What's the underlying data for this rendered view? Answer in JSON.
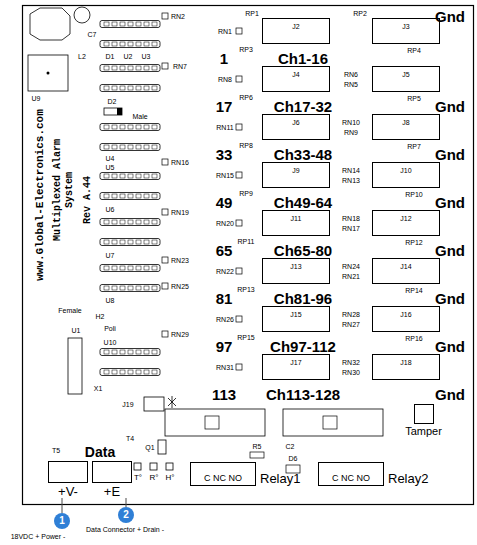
{
  "diagram": {
    "nodes": [
      {
        "text": [
          "J2"
        ]
      },
      {
        "text": [
          "J3"
        ]
      },
      {
        "text": [
          "J4"
        ]
      },
      {
        "text": [
          "J5"
        ]
      },
      {
        "text": [
          "J6"
        ]
      },
      {
        "text": [
          "J8"
        ]
      },
      {
        "text": [
          "J9"
        ]
      },
      {
        "text": [
          "J10"
        ]
      },
      {
        "text": [
          "J11"
        ]
      },
      {
        "text": [
          "J12"
        ]
      },
      {
        "text": [
          "J13"
        ]
      },
      {
        "text": [
          "J14"
        ]
      },
      {
        "text": [
          "J15"
        ]
      },
      {
        "text": [
          "J16"
        ]
      },
      {
        "text": [
          "J17"
        ]
      },
      {
        "text": [
          "J18"
        ]
      },
      {
        "text": [
          "+V-"
        ]
      },
      {
        "text": [
          "+E"
        ]
      },
      {
        "text": [
          "C NC NO",
          "Relay1"
        ]
      },
      {
        "text": [
          "C NC NO",
          "Relay2"
        ]
      },
      {
        "text": [
          "Tamper"
        ]
      },
      {
        "text": [
          "1"
        ]
      },
      {
        "text": [
          "2"
        ]
      }
    ],
    "edges": [
      {
        "from": 21,
        "to": 16,
        "arrow": "none"
      },
      {
        "from": 22,
        "to": 17,
        "arrow": "none"
      }
    ],
    "labels": [
      "RN2",
      "RP1",
      "RP2",
      "Gnd",
      "C7",
      "L2",
      "D1",
      "U2",
      "U3",
      "RN7",
      "U9",
      "D2",
      "Male",
      "www.Global-Electronics.com",
      "Multiplexed Alarm System",
      "Rev A.44",
      "U4",
      "U5",
      "RN16",
      "U6",
      "RN19",
      "U7",
      "RN23",
      "RN25",
      "U8",
      "Female",
      "H2",
      "U1",
      "Poli",
      "RN29",
      "U10",
      "X1",
      "J19",
      "T5",
      "Data",
      "T4",
      "Q1",
      "R5",
      "C2",
      "D6",
      "T°",
      "R°",
      "H°",
      "18VDC + Power -",
      "Data Connector + Drain -",
      "RN1",
      "RP3",
      "1",
      "Ch1-16",
      "RP4",
      "RN8",
      "RN6",
      "RN5",
      "RP6",
      "17",
      "Ch17-32",
      "RP5",
      "Gnd",
      "RN11",
      "RN10",
      "RN9",
      "RP8",
      "33",
      "Ch33-48",
      "RP7",
      "Gnd",
      "RN15",
      "RN14",
      "RN13",
      "RP9",
      "49",
      "Ch49-64",
      "RP10",
      "Gnd",
      "RN20",
      "RN18",
      "RN17",
      "RP11",
      "65",
      "Ch65-80",
      "RP12",
      "Gnd",
      "RN22",
      "RN24",
      "RN21",
      "RP13",
      "81",
      "Ch81-96",
      "RP14",
      "Gnd",
      "RN26",
      "RN28",
      "RN27",
      "RP15",
      "97",
      "Ch97-112",
      "RP16",
      "Gnd",
      "RN31",
      "RN32",
      "RN30",
      "113",
      "Ch113-128",
      "Gnd"
    ]
  }
}
